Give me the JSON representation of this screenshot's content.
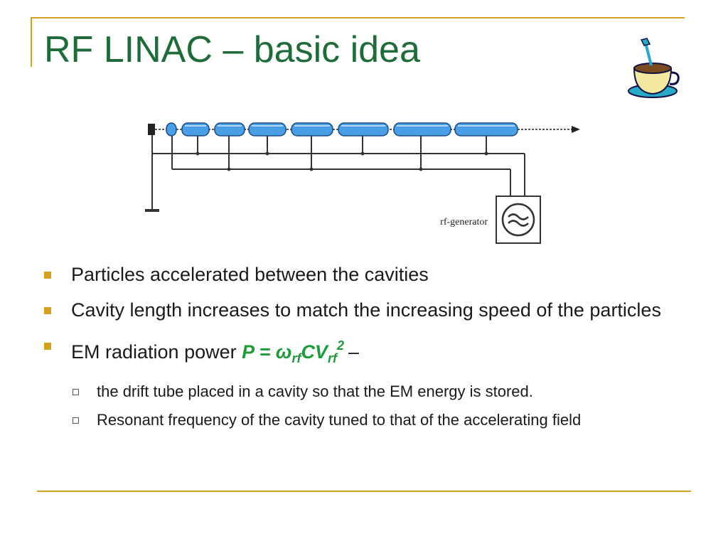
{
  "title": "RF LINAC – basic idea",
  "icons": {
    "decoration": "coffee-cup-icon"
  },
  "diagram": {
    "generator_label": "rf-generator"
  },
  "bullets": [
    {
      "text": "Particles accelerated between the cavities"
    },
    {
      "text": "Cavity length increases to match the increasing speed of the particles"
    },
    {
      "prefix": "EM radiation power ",
      "formula_p": "P = ω",
      "formula_sub1": "rf",
      "formula_cv": "CV",
      "formula_sub2": "rf",
      "formula_sup": "2",
      "suffix": "–"
    }
  ],
  "subbullets": [
    {
      "text": "the drift tube placed in a cavity so that the EM energy is stored."
    },
    {
      "text": "Resonant frequency of the cavity tuned to that of the accelerating field"
    }
  ],
  "colors": {
    "title": "#1f6b3a",
    "accent": "#d4a020",
    "formula": "#1e9a3a",
    "tube": "#4a9ee6"
  }
}
